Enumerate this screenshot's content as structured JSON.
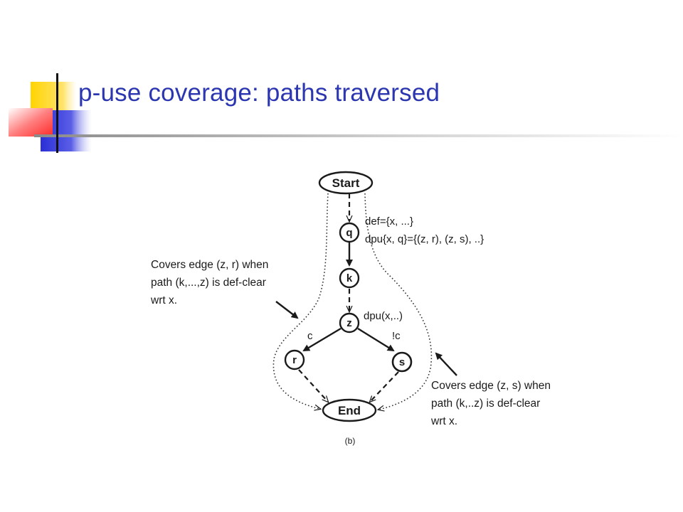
{
  "slide": {
    "title": "p-use coverage: paths traversed"
  },
  "diagram": {
    "nodes": {
      "start": "Start",
      "q": "q",
      "k": "k",
      "z": "z",
      "r": "r",
      "s": "s",
      "end": "End"
    },
    "annotations": {
      "def_line1": "def={x, ...}",
      "def_line2": "dpu{x, q}={(z, r), (z, s), ..}",
      "dpu_z": "dpu(x,..)",
      "edge_c": "c",
      "edge_not_c": "!c",
      "left_note": [
        "Covers edge (z, r) when",
        "path (k,...,z) is def-clear",
        "wrt x."
      ],
      "right_note": [
        "Covers edge (z, s) when",
        "path (k,..z) is def-clear",
        "wrt x."
      ],
      "caption": "(b)"
    }
  },
  "colors": {
    "title": "#2b36b0",
    "accent_yellow": "#ffd400",
    "accent_blue": "#2b2fd6",
    "accent_red": "#ff3a3a"
  }
}
